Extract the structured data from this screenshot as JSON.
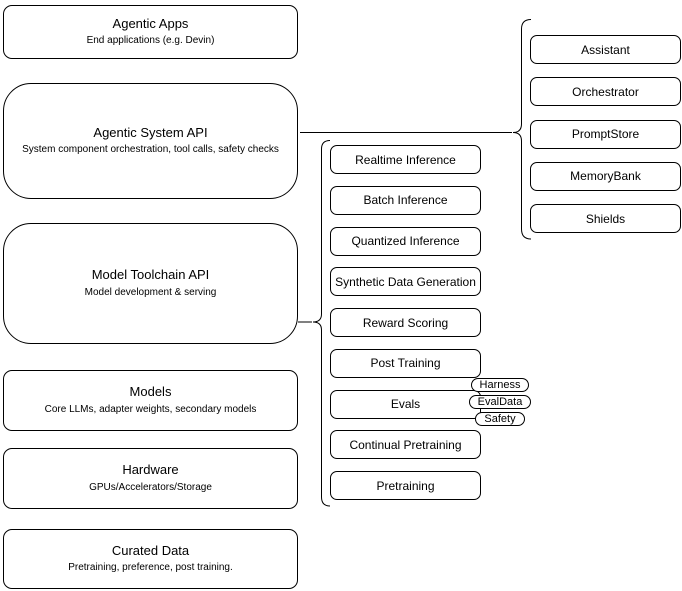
{
  "diagram": {
    "layers": [
      {
        "title": "Agentic Apps",
        "subtitle": "End applications (e.g. Devin)"
      },
      {
        "title": "Agentic System API",
        "subtitle": "System component orchestration, tool calls, safety checks"
      },
      {
        "title": "Model Toolchain API",
        "subtitle": "Model development & serving"
      },
      {
        "title": "Models",
        "subtitle": "Core LLMs, adapter weights, secondary models"
      },
      {
        "title": "Hardware",
        "subtitle": "GPUs/Accelerators/Storage"
      },
      {
        "title": "Curated Data",
        "subtitle": "Pretraining, preference, post training."
      }
    ],
    "toolchain_services": [
      "Realtime Inference",
      "Batch Inference",
      "Quantized Inference",
      "Synthetic Data Generation",
      "Reward Scoring",
      "Post Training",
      "Evals",
      "Continual Pretraining",
      "Pretraining"
    ],
    "evals_tags": [
      "Harness",
      "EvalData",
      "Safety"
    ],
    "system_components": [
      "Assistant",
      "Orchestrator",
      "PromptStore",
      "MemoryBank",
      "Shields"
    ],
    "colors": {
      "stroke": "#000000",
      "fill": "#ffffff",
      "background": "#ffffff"
    }
  }
}
